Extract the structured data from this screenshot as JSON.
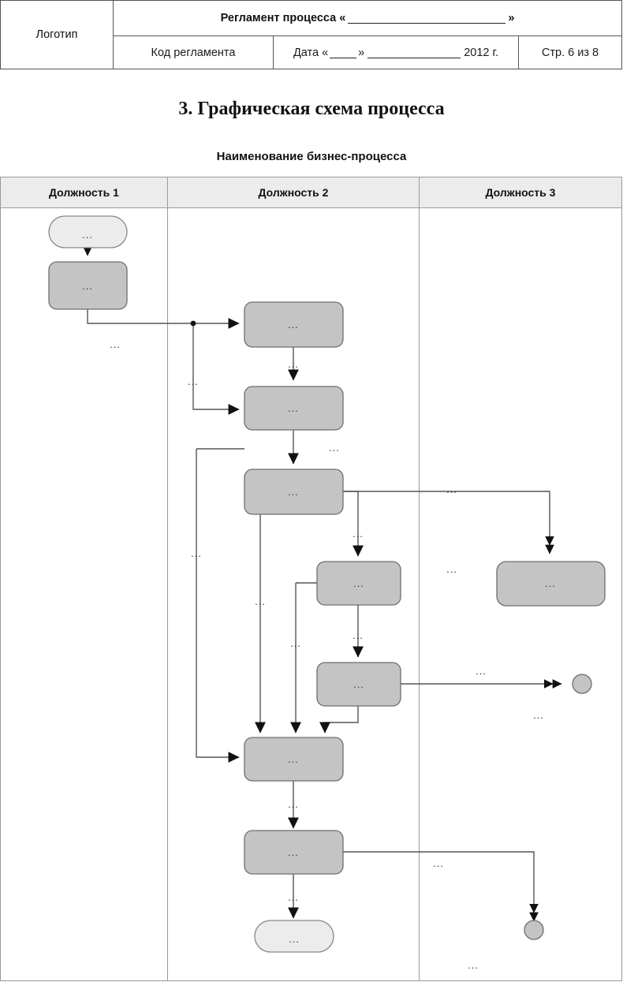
{
  "header": {
    "logo_label": "Логотип",
    "title_prefix": "Регламент процесса «",
    "title_suffix": "»",
    "code_label": "Код регламента",
    "date_prefix": "Дата «",
    "date_quote_close": "»",
    "date_year": "2012 г.",
    "page_label": "Стр. 6 из 8"
  },
  "section": {
    "number_title": "3. Графическая схема процесса",
    "process_name": "Наименование бизнес-процесса"
  },
  "lanes": [
    {
      "id": "lane-1",
      "label": "Должность 1"
    },
    {
      "id": "lane-2",
      "label": "Должность 2"
    },
    {
      "id": "lane-3",
      "label": "Должность 3"
    }
  ],
  "diagram": {
    "placeholder_text": "...",
    "node_fill_process": "#c4c4c4",
    "node_fill_event": "#ececec",
    "node_stroke": "#6e6e6e",
    "connector_color": "#555555",
    "nodes": [
      {
        "id": "start-event",
        "lane": "lane-1",
        "type": "start",
        "label": "..."
      },
      {
        "id": "task-1",
        "lane": "lane-1",
        "type": "task",
        "label": "..."
      },
      {
        "id": "task-2",
        "lane": "lane-2",
        "type": "task",
        "label": "..."
      },
      {
        "id": "task-3",
        "lane": "lane-2",
        "type": "task",
        "label": "..."
      },
      {
        "id": "task-4",
        "lane": "lane-2",
        "type": "task",
        "label": "..."
      },
      {
        "id": "task-5",
        "lane": "lane-2",
        "type": "task",
        "label": "..."
      },
      {
        "id": "task-6",
        "lane": "lane-2",
        "type": "task",
        "label": "..."
      },
      {
        "id": "task-7",
        "lane": "lane-3",
        "type": "task",
        "label": "..."
      },
      {
        "id": "task-8",
        "lane": "lane-2",
        "type": "task",
        "label": "..."
      },
      {
        "id": "task-9",
        "lane": "lane-2",
        "type": "task",
        "label": "..."
      },
      {
        "id": "end-event-inline",
        "lane": "lane-3",
        "type": "end",
        "label": ""
      },
      {
        "id": "end-event-bottom",
        "lane": "lane-3",
        "type": "end",
        "label": ""
      },
      {
        "id": "end-shape",
        "lane": "lane-2",
        "type": "end-box",
        "label": "..."
      }
    ],
    "connector_labels": [
      {
        "id": "conn-label-1",
        "text": "..."
      },
      {
        "id": "conn-label-2",
        "text": "..."
      },
      {
        "id": "conn-label-3",
        "text": "..."
      },
      {
        "id": "conn-label-4",
        "text": "..."
      },
      {
        "id": "conn-label-5",
        "text": "..."
      },
      {
        "id": "conn-label-6",
        "text": "..."
      },
      {
        "id": "conn-label-7",
        "text": "..."
      },
      {
        "id": "conn-label-8",
        "text": "..."
      },
      {
        "id": "conn-label-9",
        "text": "..."
      },
      {
        "id": "conn-label-10",
        "text": "..."
      },
      {
        "id": "conn-label-11",
        "text": "..."
      },
      {
        "id": "conn-label-12",
        "text": "..."
      },
      {
        "id": "conn-label-13",
        "text": "..."
      },
      {
        "id": "conn-label-14",
        "text": "..."
      },
      {
        "id": "conn-label-15",
        "text": "..."
      },
      {
        "id": "conn-label-16",
        "text": "..."
      },
      {
        "id": "conn-label-17",
        "text": "..."
      },
      {
        "id": "conn-label-18",
        "text": "..."
      }
    ]
  }
}
